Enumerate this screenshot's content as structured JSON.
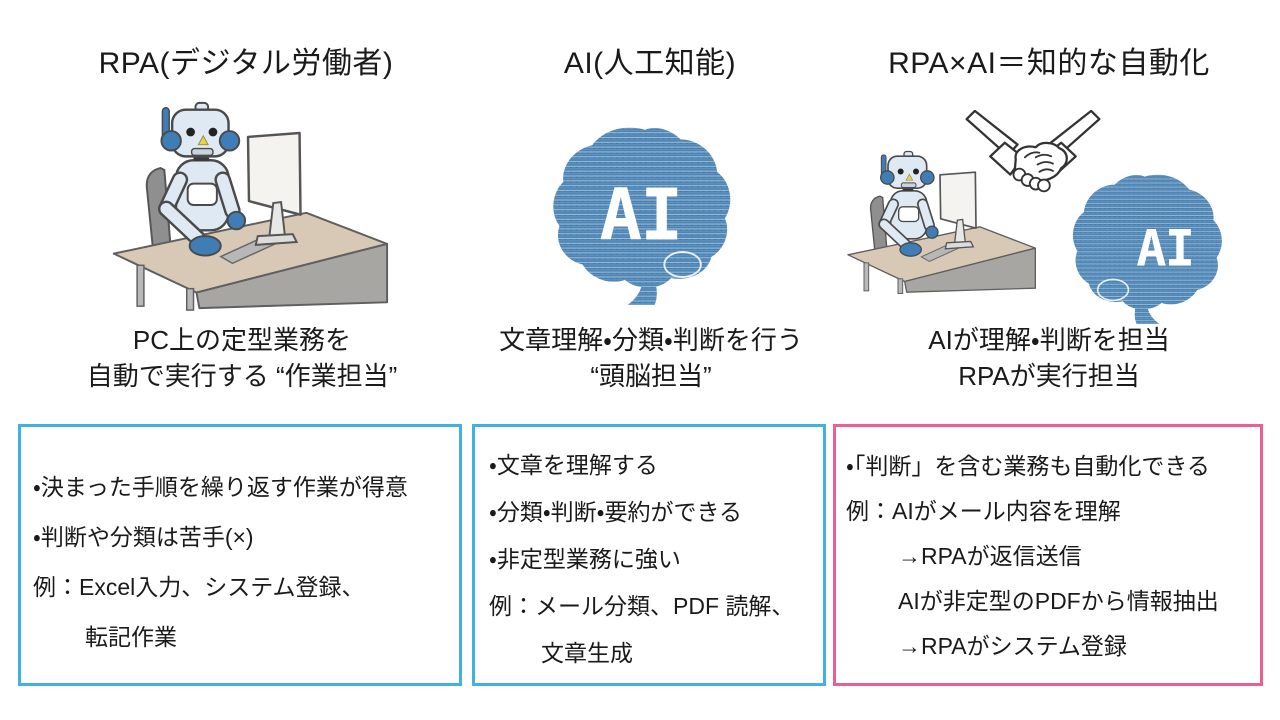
{
  "colors": {
    "box_blue_border": "#3fb1e5",
    "box_pink_border": "#ed5f8e",
    "brain_blue": "#4b84b5",
    "robot_body": "#dfe9f3",
    "robot_accent": "#3f7db6",
    "outline": "#4a4a4a",
    "desk_top": "#d8c9b6",
    "desk_front": "#a8a6a3",
    "monitor": "#f4f3f0",
    "keyboard": "#b7b7b7",
    "chair": "#8f8f8f",
    "nose": "#e9d34c",
    "text": "#1a1a1a"
  },
  "brain_label": "AI",
  "columns": [
    {
      "id": "rpa",
      "header": "RPA(デジタル労働者)",
      "illustration": "robot-at-desk",
      "caption": [
        "PC上の定型業務を",
        "自動で実行する “作業担当”"
      ],
      "box_style": "blue",
      "box_lines": [
        {
          "text": "・決まった手順を繰り返す作業が得意",
          "indent": 0
        },
        {
          "text": "・判断や分類は苦手(×)",
          "indent": 0
        },
        {
          "text": "例：Excel入力、システム登録、",
          "indent": 0
        },
        {
          "text": "転記作業",
          "indent": 1
        }
      ]
    },
    {
      "id": "ai",
      "header": "AI(人工知能)",
      "illustration": "ai-brain",
      "caption": [
        "文章理解・分類・判断を行う",
        "“頭脳担当”"
      ],
      "box_style": "blue",
      "box_lines": [
        {
          "text": "・文章を理解する",
          "indent": 0
        },
        {
          "text": "・分類・判断・要約ができる",
          "indent": 0
        },
        {
          "text": "・非定型業務に強い",
          "indent": 0
        },
        {
          "text": "例：メール分類、PDF 読解、",
          "indent": 0
        },
        {
          "text": "文章生成",
          "indent": 1
        }
      ]
    },
    {
      "id": "rpa-ai",
      "header": "RPA×AI＝知的な自動化",
      "illustration": "robot-handshake-brain",
      "caption": [
        "AIが理解・判断を担当",
        "RPAが実行担当"
      ],
      "box_style": "pink",
      "box_lines": [
        {
          "text": "・「判断」を含む業務も自動化できる",
          "indent": 0
        },
        {
          "text": "例：AIがメール内容を理解",
          "indent": 0
        },
        {
          "text": "→RPAが返信送信",
          "indent": 1
        },
        {
          "text": "AIが非定型のPDFから情報抽出",
          "indent": 1
        },
        {
          "text": "→RPAがシステム登録",
          "indent": 1
        }
      ]
    }
  ]
}
